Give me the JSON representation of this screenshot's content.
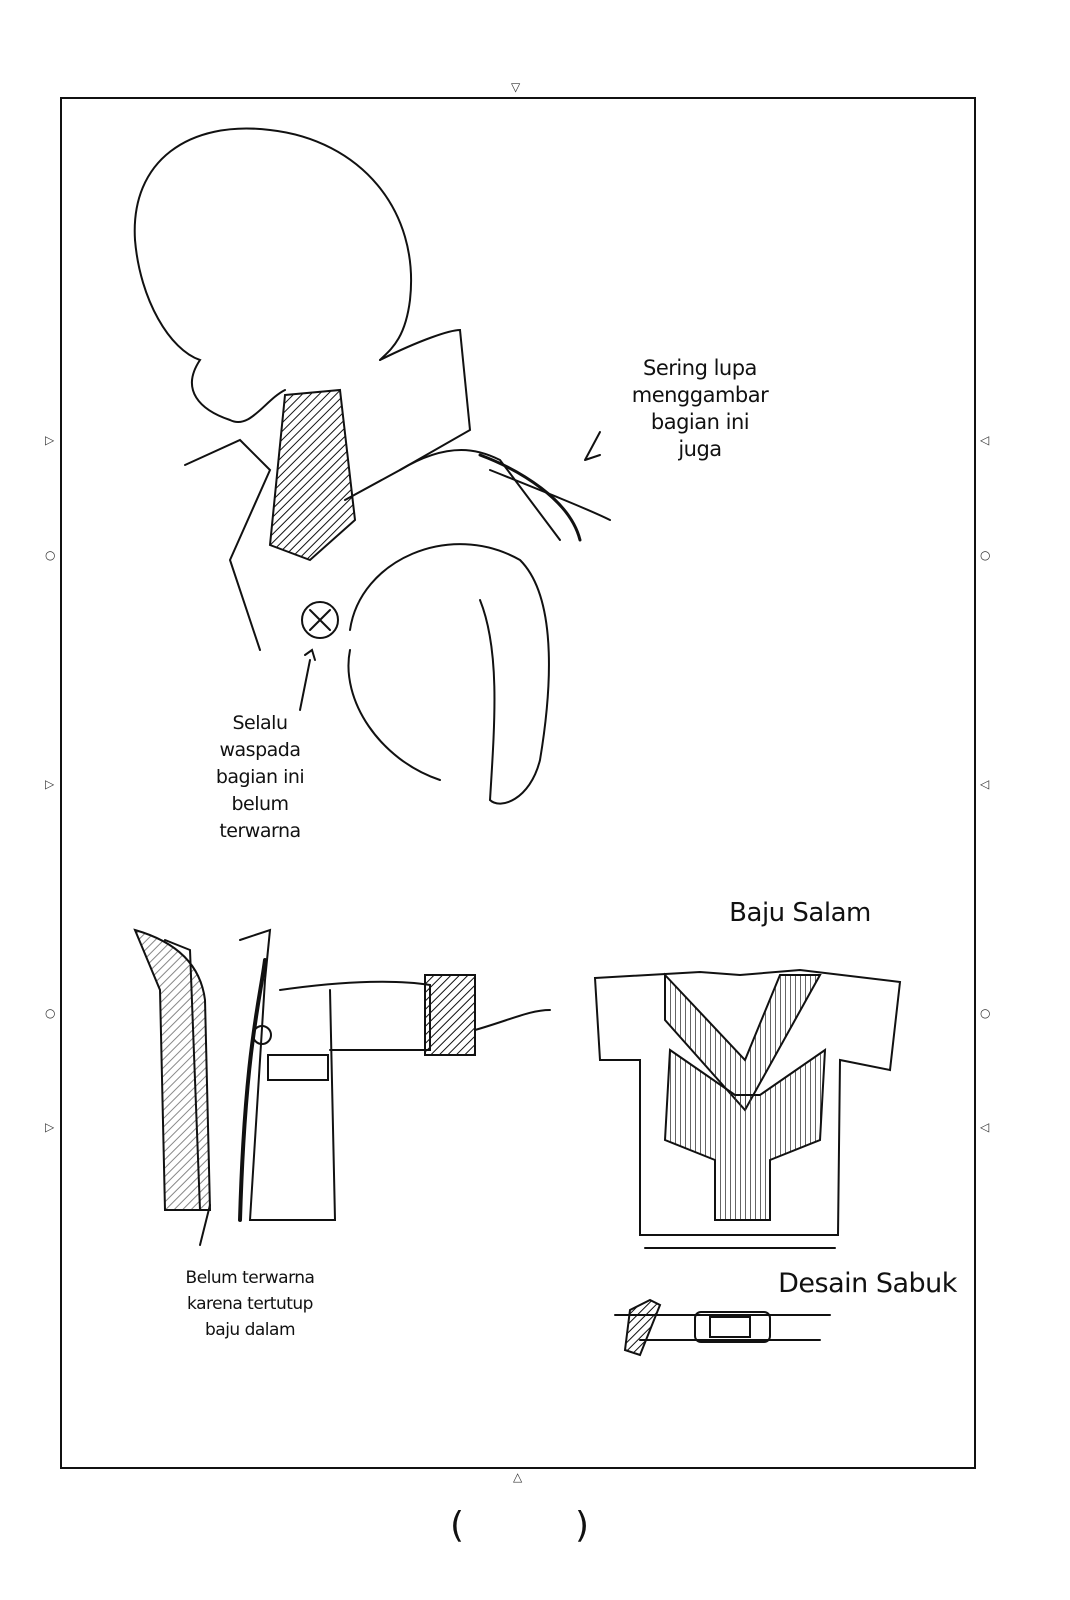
{
  "annotations": {
    "collar_note": [
      "Sering lupa",
      "menggambar",
      "bagian ini",
      "juga"
    ],
    "button_note": [
      "Selalu",
      "waspada",
      "bagian ini",
      "belum",
      "terwarna"
    ],
    "undershirt_title": "Baju Salam",
    "belt_title": "Desain Sabuk",
    "jacket_note": [
      "Belum terwarna",
      "karena tertutup",
      "baju dalam"
    ]
  },
  "page_number": {
    "open": "(",
    "close": ")"
  }
}
